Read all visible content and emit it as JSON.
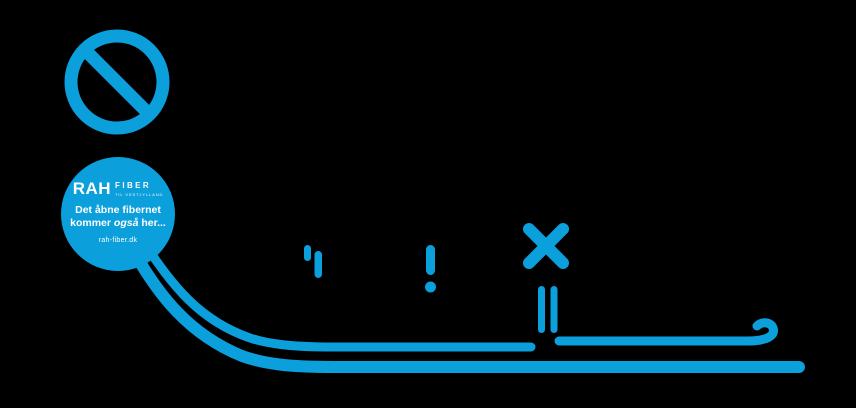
{
  "colors": {
    "background": "#000000",
    "brand-blue": "#0b9fdc",
    "text": "#ffffff"
  },
  "balloon": {
    "logo_rah": "RAH",
    "logo_fiber": "FIBER",
    "logo_sub": "TIL VESTJYLLAND",
    "tagline_line1": "Det åbne fibernet",
    "tagline_line2_pre": "kommer ",
    "tagline_line2_em": "også",
    "tagline_line2_post": " her...",
    "url": "rah-fiber.dk"
  },
  "icons": {
    "prohibition": "no-sign (circle with diagonal slash)",
    "balloon": "solid circle balloon with string merging into fiber lines",
    "x_mark": "bold X cross above cut marks on fiber line",
    "exclamation": "exclamation mark",
    "tick_marks": "two short vertical tick marks"
  }
}
